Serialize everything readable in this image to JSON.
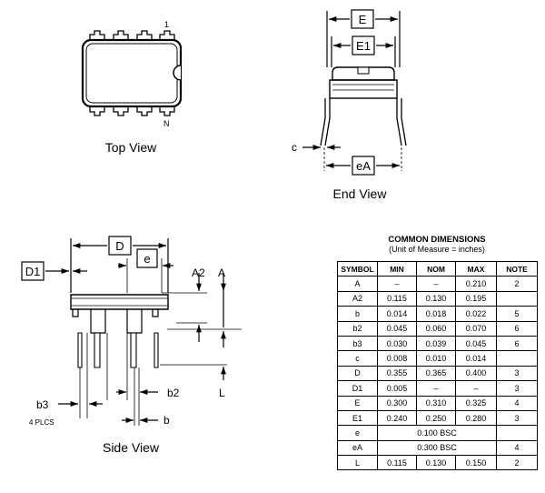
{
  "views": {
    "top": {
      "caption": "Top View",
      "pin_first": "1",
      "pin_last": "N"
    },
    "end": {
      "caption": "End View",
      "dim_e": "E",
      "dim_e1": "E1",
      "dim_c": "c",
      "dim_ea": "eA"
    },
    "side": {
      "caption": "Side View",
      "dim_d": "D",
      "dim_d1": "D1",
      "dim_e": "e",
      "dim_a2": "A2",
      "dim_a": "A",
      "dim_l": "L",
      "dim_b2": "b2",
      "dim_b3": "b3",
      "dim_b3_note": "4 PLCS",
      "dim_b": "b"
    }
  },
  "table": {
    "title": "COMMON DIMENSIONS",
    "subtitle": "(Unit of Measure = inches)",
    "headers": [
      "SYMBOL",
      "MIN",
      "NOM",
      "MAX",
      "NOTE"
    ],
    "rows": [
      [
        "A",
        "–",
        "–",
        "0.210",
        "2"
      ],
      [
        "A2",
        "0.115",
        "0.130",
        "0.195",
        ""
      ],
      [
        "b",
        "0.014",
        "0.018",
        "0.022",
        "5"
      ],
      [
        "b2",
        "0.045",
        "0.060",
        "0.070",
        "6"
      ],
      [
        "b3",
        "0.030",
        "0.039",
        "0.045",
        "6"
      ],
      [
        "c",
        "0.008",
        "0.010",
        "0.014",
        ""
      ],
      [
        "D",
        "0.355",
        "0.365",
        "0.400",
        "3"
      ],
      [
        "D1",
        "0.005",
        "–",
        "–",
        "3"
      ],
      [
        "E",
        "0.300",
        "0.310",
        "0.325",
        "4"
      ],
      [
        "E1",
        "0.240",
        "0.250",
        "0.280",
        "3"
      ],
      [
        "e",
        "0.100 BSC",
        "",
        "",
        ""
      ],
      [
        "eA",
        "0.300 BSC",
        "",
        "",
        "4"
      ],
      [
        "L",
        "0.115",
        "0.130",
        "0.150",
        "2"
      ]
    ]
  }
}
